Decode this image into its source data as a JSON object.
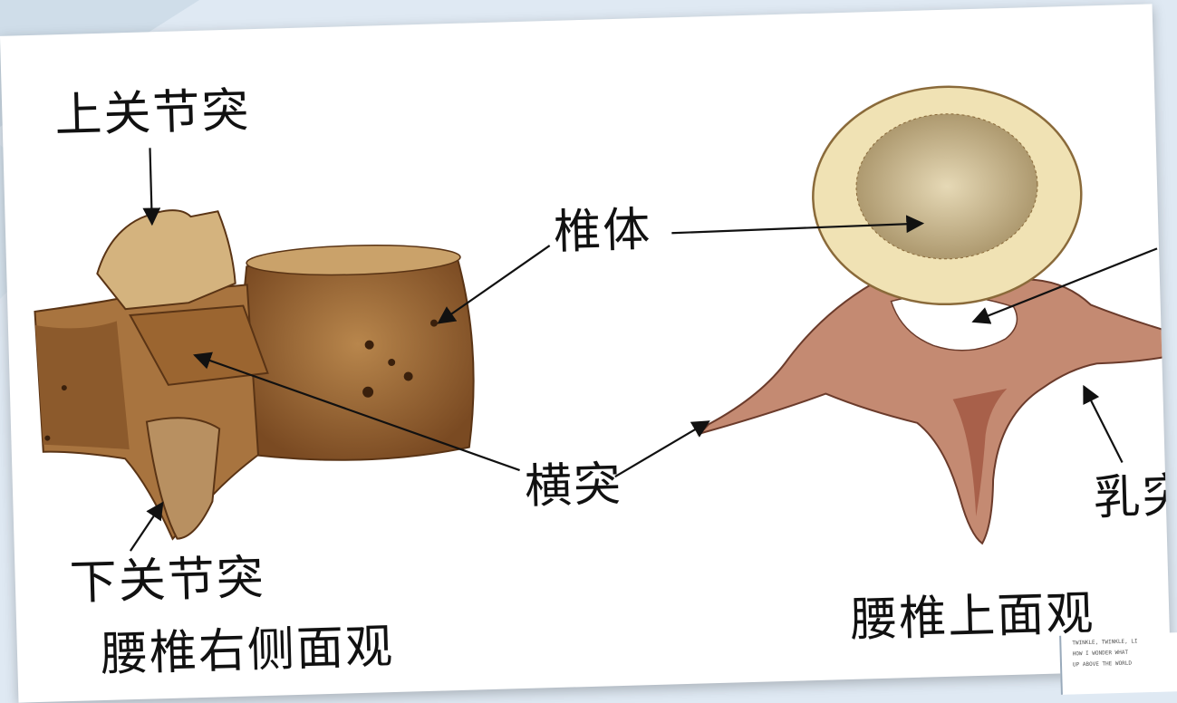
{
  "labels": {
    "superior_articular": "上关节突",
    "vertebral_body": "椎体",
    "transverse_process": "横突",
    "inferior_articular": "下关节突",
    "mammillary_process": "乳突"
  },
  "captions": {
    "left_view": "腰椎右侧面观",
    "right_view": "腰椎上面观"
  },
  "colors": {
    "bone_dark": "#8a5a2b",
    "bone_mid": "#b8864c",
    "bone_light": "#e9d7a8",
    "background": "#dfe9f3"
  }
}
